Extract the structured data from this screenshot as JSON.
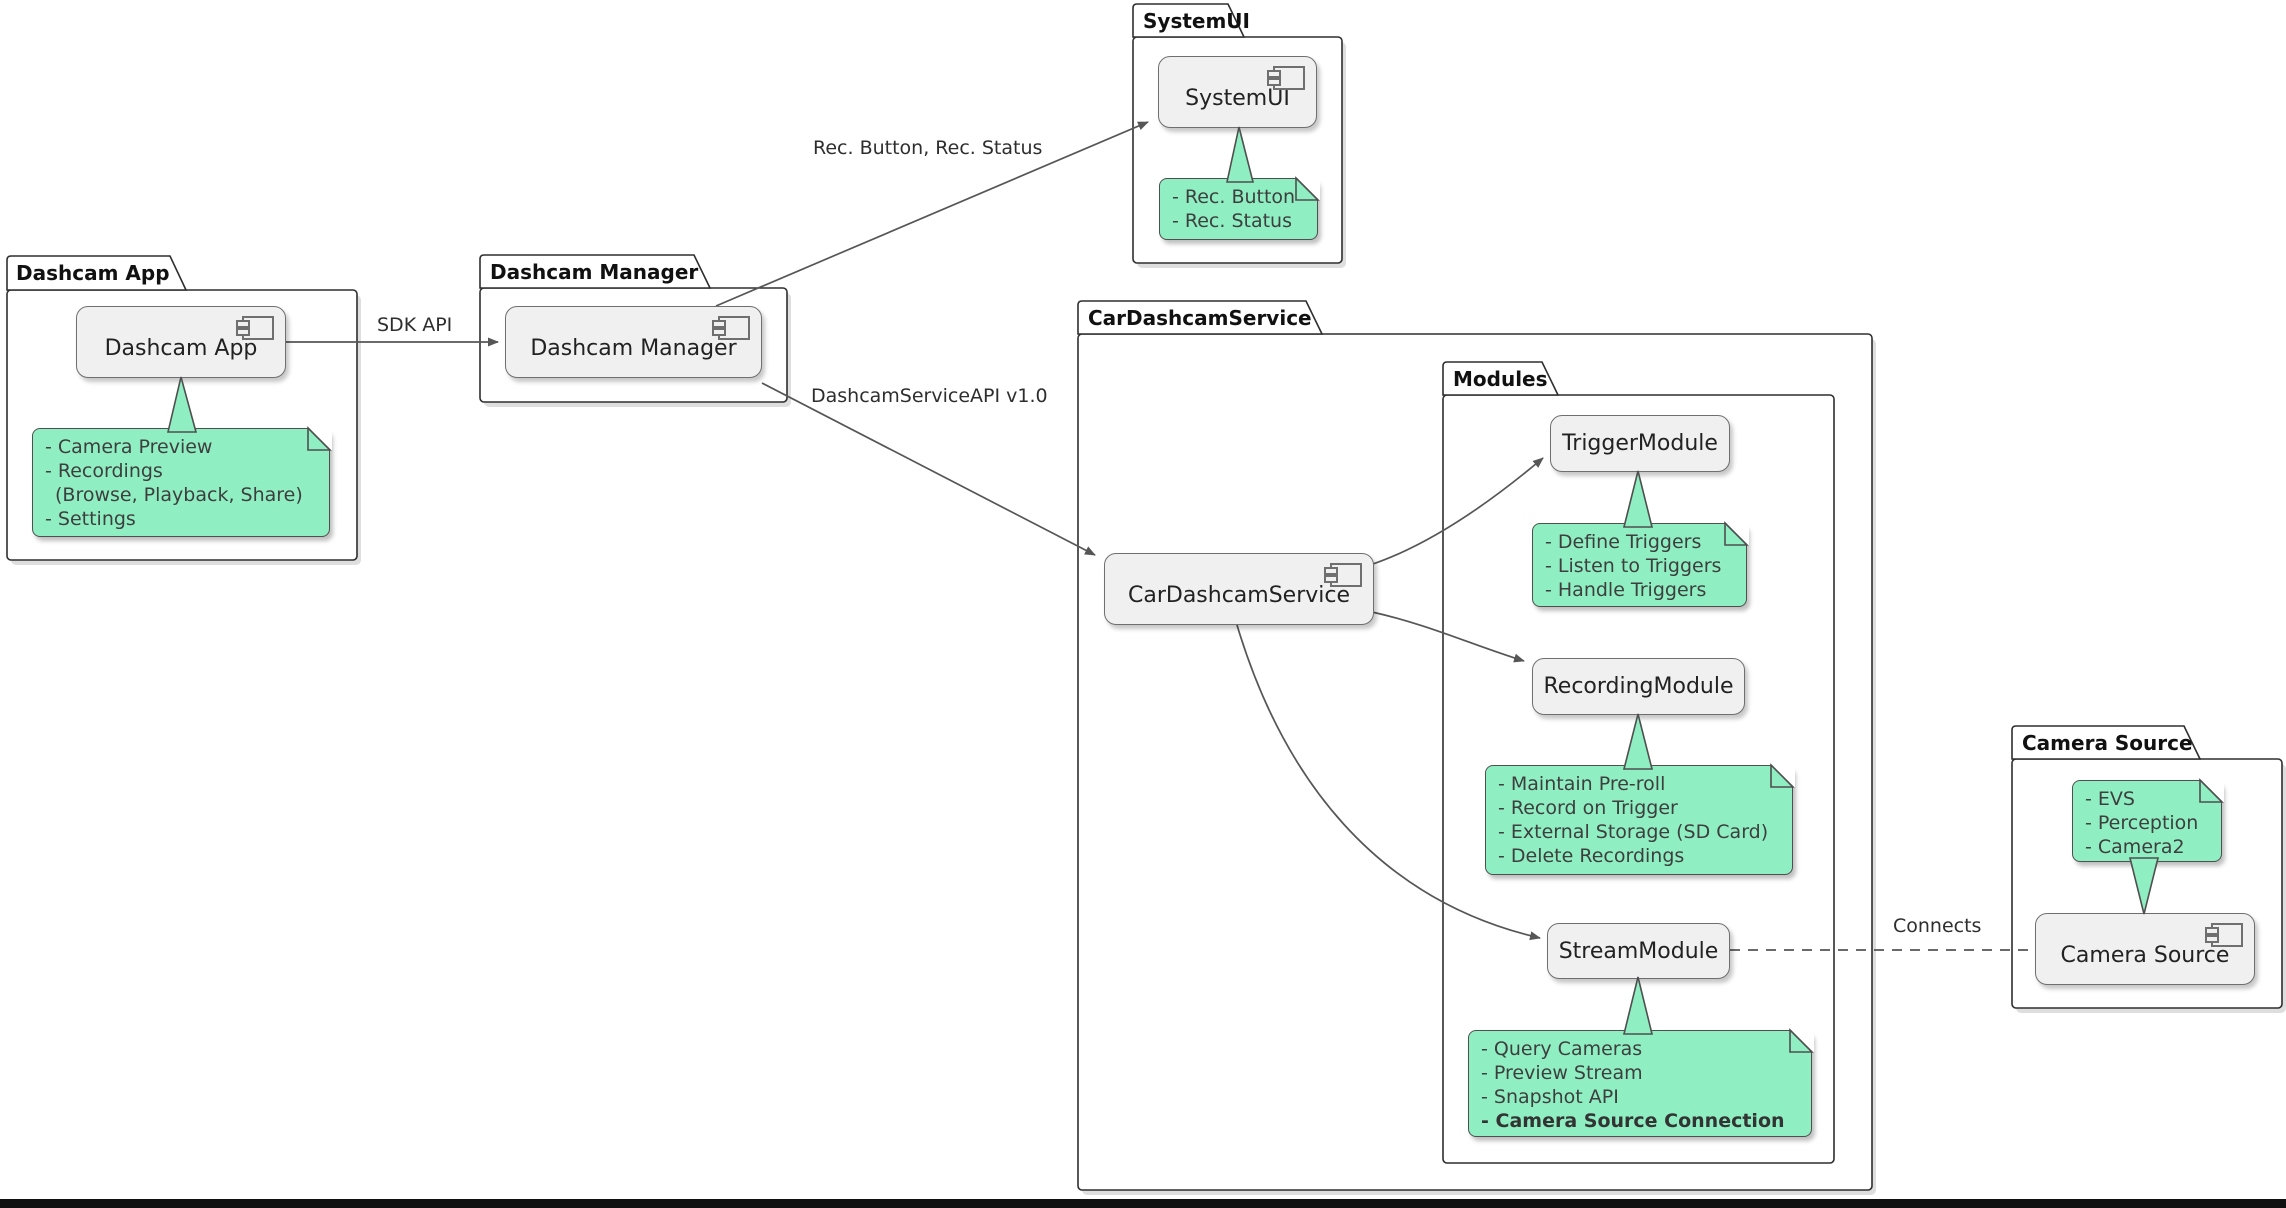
{
  "diagram": {
    "packages": {
      "dashcam_app": "Dashcam App",
      "dashcam_manager": "Dashcam Manager",
      "systemui": "SystemUI",
      "car_dashcam_service": "CarDashcamService",
      "modules": "Modules",
      "camera_source": "Camera Source"
    },
    "components": {
      "dashcam_app": "Dashcam App",
      "dashcam_manager": "Dashcam Manager",
      "systemui": "SystemUI",
      "car_dashcam_service": "CarDashcamService",
      "trigger_module": "TriggerModule",
      "recording_module": "RecordingModule",
      "stream_module": "StreamModule",
      "camera_source": "Camera Source"
    },
    "notes": {
      "dashcam_app": {
        "lines": [
          "- Camera Preview",
          "- Recordings",
          "(Browse, Playback, Share)",
          "- Settings"
        ]
      },
      "systemui": {
        "lines": [
          "- Rec. Button",
          "- Rec. Status"
        ]
      },
      "trigger_module": {
        "lines": [
          "- Define Triggers",
          "- Listen to Triggers",
          "- Handle Triggers"
        ]
      },
      "recording_module": {
        "lines": [
          "- Maintain Pre-roll",
          "- Record on Trigger",
          "- External Storage (SD Card)",
          "- Delete Recordings"
        ]
      },
      "stream_module": {
        "lines": [
          "- Query Cameras",
          "- Preview Stream",
          "- Snapshot API",
          "- Camera Source Connection"
        ]
      },
      "camera_source": {
        "lines": [
          "- EVS",
          "- Perception",
          "- Camera2"
        ]
      }
    },
    "edge_labels": {
      "sdk_api": "SDK API",
      "rec_ui": "Rec. Button, Rec. Status",
      "service_api": "DashcamServiceAPI v1.0",
      "connects": "Connects"
    },
    "colors": {
      "note_fill": "#8FEFC2",
      "note_border": "#4F4F4F",
      "component_fill": "#F0F0F0",
      "component_border": "#6F6F6F",
      "package_border": "#2E2E2E",
      "edge": "#565656",
      "background": "#FFFFFF",
      "bottom_bar": "#101010"
    }
  }
}
